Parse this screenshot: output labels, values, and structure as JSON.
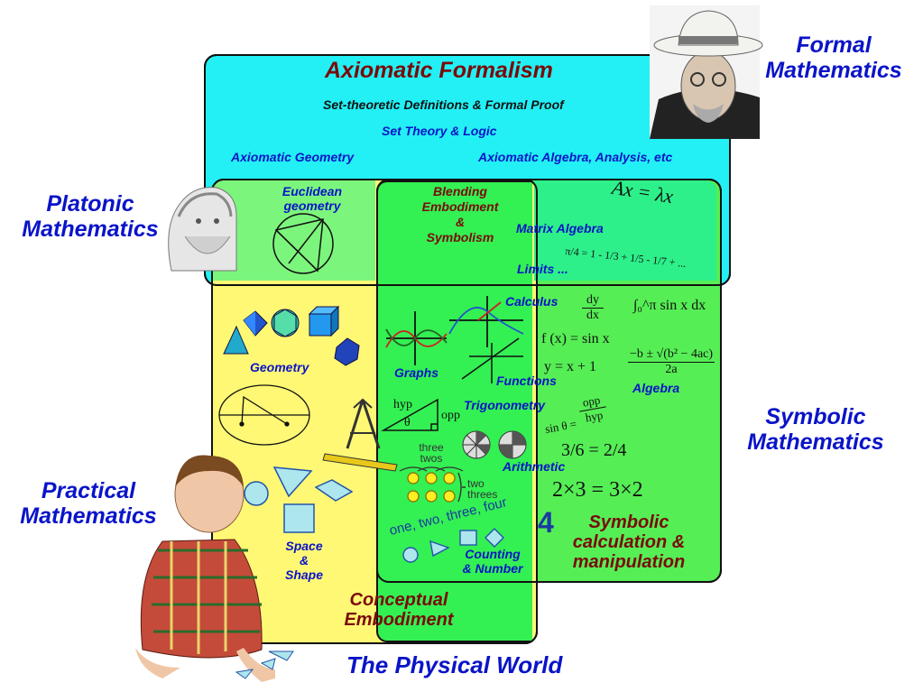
{
  "outer_labels": {
    "formal": [
      "Formal",
      "Mathematics"
    ],
    "platonic": [
      "Platonic",
      "Mathematics"
    ],
    "symbolic": [
      "Symbolic",
      "Mathematics"
    ],
    "practical": [
      "Practical",
      "Mathematics"
    ],
    "physical_world": "The Physical World"
  },
  "formal_region": {
    "title": "Axiomatic Formalism",
    "subtitle": "Set-theoretic Definitions & Formal Proof",
    "set_theory": "Set Theory & Logic",
    "axiomatic_geometry": "Axiomatic Geometry",
    "axiomatic_algebra": "Axiomatic Algebra, Analysis, etc"
  },
  "platonic_region": {
    "euclidean": [
      "Euclidean",
      "geometry"
    ]
  },
  "blending": {
    "label": [
      "Blending",
      "Embodiment",
      "&",
      "Symbolism"
    ]
  },
  "symbolic_region": {
    "matrix_algebra": "Matrix Algebra",
    "limits": "Limits  ...",
    "calculus": "Calculus",
    "functions": "Functions",
    "algebra": "Algebra",
    "trigonometry": "Trigonometry",
    "arithmetic": "Arithmetic",
    "symbolic_calc": [
      "Symbolic",
      "calculation &",
      "manipulation"
    ],
    "counting": [
      "Counting",
      "& Number"
    ],
    "graphs": "Graphs"
  },
  "embodied_region": {
    "geometry": "Geometry",
    "space_shape": [
      "Space",
      "&",
      "Shape"
    ],
    "conceptual": [
      "Conceptual",
      "Embodiment"
    ],
    "three_twos": [
      "three",
      "twos"
    ],
    "two_threes": [
      "two",
      "threes"
    ],
    "counting_words": "one, two, three, four",
    "hyp_label": "hyp",
    "opp_label": "opp",
    "theta": "θ",
    "numeral_four": "4"
  },
  "formulas": {
    "eigen": "Ax = λx",
    "series": "π/4 = 1 - 1/3 + 1/5 - 1/7 + ...",
    "dydx_num": "dy",
    "dydx_den": "dx",
    "integral": "∫₀^π sin x dx",
    "fx": "f (x) = sin x",
    "line": "y = x + 1",
    "quadratic_num": "−b ± √(b² − 4ac)",
    "quadratic_den": "2a",
    "sin_lhs": "sin θ =",
    "sin_num": "opp",
    "sin_den": "hyp",
    "fractions": "3/6 = 2/4",
    "multiply": "2×3 = 3×2"
  },
  "colors": {
    "formal_fill": "#22f0f5",
    "symbolic_fill": "#55ee55",
    "embodied_fill": "#fff875",
    "overlap_fill": "#33f053",
    "label_blue": "#0a14c8",
    "label_darkred": "#7a0a0a"
  },
  "icons": [
    "hilbert-portrait-icon",
    "plato-bust-icon",
    "baby-photo-icon",
    "compass-icon",
    "polyhedra-icon"
  ]
}
